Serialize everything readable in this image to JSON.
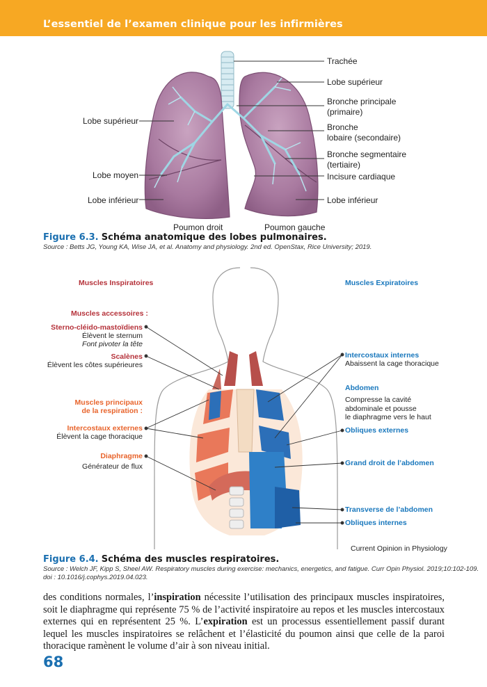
{
  "header": {
    "title": "L’essentiel de l’examen clinique pour les infirmières"
  },
  "figure1": {
    "labels_right": [
      "Trachée",
      "Lobe supérieur",
      "Bronche principale",
      "(primaire)",
      "Bronche",
      "lobaire (secondaire)",
      "Bronche segmentaire",
      "(tertiaire)",
      "Incisure cardiaque",
      "Lobe inférieur"
    ],
    "labels_left": [
      "Lobe supérieur",
      "Lobe moyen",
      "Lobe inférieur"
    ],
    "bottom": [
      "Poumon droit",
      "Poumon gauche"
    ],
    "number": "Figure 6.3.",
    "title": "Schéma anatomique des lobes pulmonaires.",
    "source": "Source : Betts JG, Young KA, Wise JA, et al. Anatomy and physiology. 2nd ed. OpenStax, Rice University; 2019."
  },
  "figure2": {
    "insp_header": "Muscles Inspiratoires",
    "exp_header": "Muscles Expiratoires",
    "accessory": "Muscles accessoires :",
    "scm": "Sterno-cléido-mastoïdiens",
    "scm_d1": "Élèvent le sternum",
    "scm_d2": "Font pivoter la tête",
    "scalenes": "Scalènes",
    "scalenes_d": "Élèvent les côtes supérieures",
    "principal1": "Muscles principaux",
    "principal2": "de la respiration :",
    "ext_ic": "Intercostaux externes",
    "ext_ic_d": "Élèvent la cage thoracique",
    "diaph": "Diaphragme",
    "diaph_d": "Générateur de flux",
    "int_ic": "Intercostaux internes",
    "int_ic_d": "Abaissent la cage thoracique",
    "abdomen": "Abdomen",
    "abd_d1": "Compresse la cavité",
    "abd_d2": "abdominale et pousse",
    "abd_d3": "le diaphragme vers le haut",
    "obl_ext": "Obliques externes",
    "rectus": "Grand droit de l’abdomen",
    "transverse": "Transverse de l’abdomen",
    "obl_int": "Obliques internes",
    "credit": "Current Opinion in Physiology",
    "number": "Figure 6.4.",
    "title": "Schéma des muscles respiratoires.",
    "source1": "Source : Welch JF, Kipp S, Sheel AW. Respiratory muscles during exercise: mechanics, energetics, and fatigue. Curr Opin Physiol. 2019;10:102-109.",
    "source2": "doi : 10.1016/j.cophys.2019.04.023."
  },
  "body": {
    "t1": "des conditions normales, l’",
    "b1": "inspiration",
    "t2": " nécessite l’utilisation des principaux muscles inspiratoires, soit le diaphragme qui représente 75 % de l’activité inspiratoire au repos et les muscles intercostaux externes qui en représentent 25 %. L’",
    "b2": "expiration",
    "t3": " est un processus essentiellement passif durant lequel les muscles inspiratoires se relâchent et l’élasticité du poumon ainsi que celle de la paroi thoracique ramènent le volume d’air à son niveau initial."
  },
  "page_number": "68",
  "colors": {
    "header": "#f7a823",
    "figure_blue": "#1a6fb0",
    "insp_red": "#b5323a",
    "exp_blue": "#1a78bd",
    "orange": "#e8642c"
  }
}
